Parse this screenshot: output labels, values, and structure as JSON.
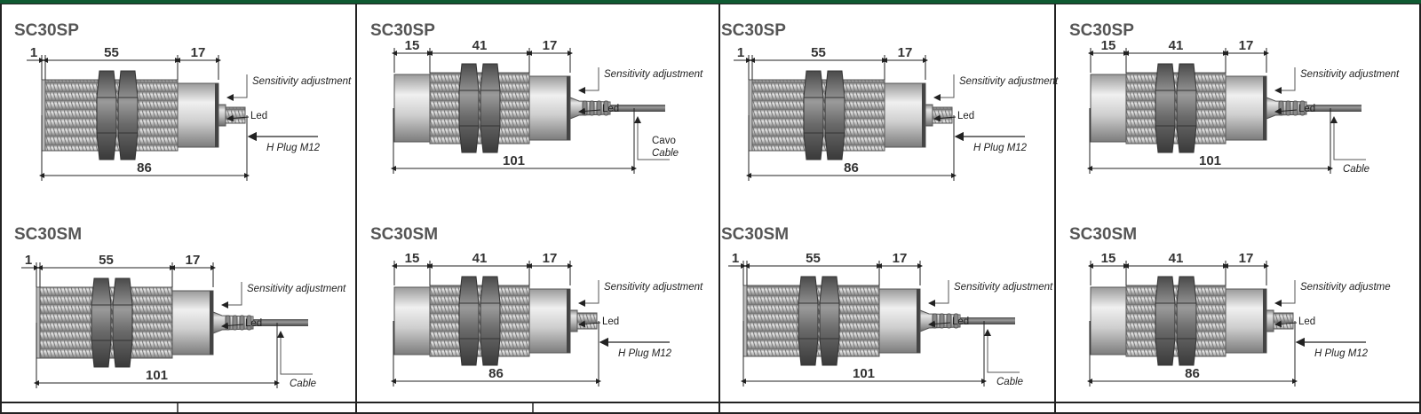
{
  "panels": [
    {
      "top": {
        "model": "SC30SP",
        "dims": [
          "1",
          "55",
          "17"
        ],
        "total": "86",
        "labels": [
          "Sensitivity adjustment",
          "Led",
          "H Plug M12"
        ]
      },
      "bottom": {
        "model": "SC30SM",
        "dims": [
          "1",
          "55",
          "17"
        ],
        "total": "101",
        "labels": [
          "Sensitivity adjustment",
          "Led",
          "Cable"
        ]
      }
    },
    {
      "top": {
        "model": "SC30SP",
        "dims": [
          "15",
          "41",
          "17"
        ],
        "total": "101",
        "labels": [
          "Sensitivity adjustment",
          "Led",
          "Cavo",
          "Cable"
        ]
      },
      "bottom": {
        "model": "SC30SM",
        "dims": [
          "15",
          "41",
          "17"
        ],
        "total": "86",
        "labels": [
          "Sensitivity adjustment",
          "Led",
          "H Plug M12"
        ]
      }
    },
    {
      "top": {
        "model": "SC30SP",
        "dims": [
          "1",
          "55",
          "17"
        ],
        "total": "86",
        "labels": [
          "Sensitivity adjustment",
          "Led",
          "H Plug M12"
        ]
      },
      "bottom": {
        "model": "SC30SM",
        "dims": [
          "1",
          "55",
          "17"
        ],
        "total": "101",
        "labels": [
          "Sensitivity adjustment",
          "Led",
          "Cable"
        ]
      }
    },
    {
      "top": {
        "model": "SC30SP",
        "dims": [
          "15",
          "41",
          "17"
        ],
        "total": "101",
        "labels": [
          "Sensitivity adjustment",
          "Led",
          "Cable"
        ]
      },
      "bottom": {
        "model": "SC30SM",
        "dims": [
          "15",
          "41",
          "17"
        ],
        "total": "86",
        "labels": [
          "Sensitivity adjustme",
          "Led",
          "H Plug M12"
        ]
      }
    }
  ],
  "colors": {
    "topbar": "#0f5a32",
    "border": "#222222",
    "metal_dark": "#7a7a7a",
    "metal_light": "#dcdcdc",
    "nut": "#555555"
  }
}
